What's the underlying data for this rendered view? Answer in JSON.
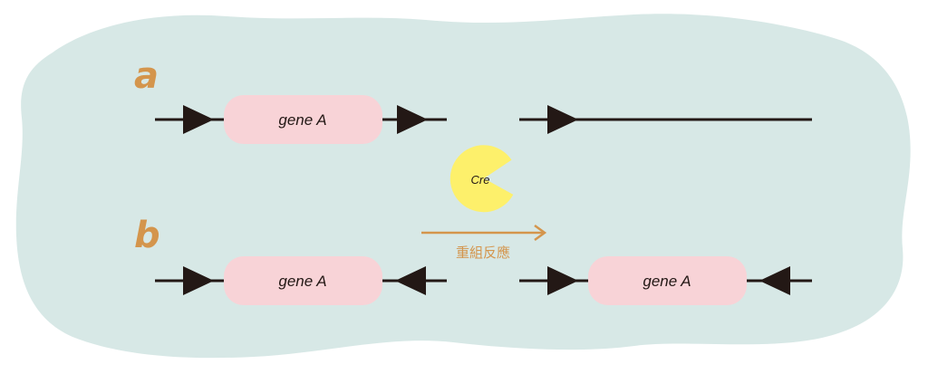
{
  "panel_a": {
    "label": "a",
    "before": {
      "gene_label": "gene A",
      "loxp_orientation": [
        "right",
        "right"
      ]
    },
    "after": {
      "gene_label": "",
      "loxp_orientation": [
        "right"
      ]
    }
  },
  "panel_b": {
    "label": "b",
    "before": {
      "gene_label": "gene A",
      "loxp_orientation": [
        "right",
        "left"
      ]
    },
    "after": {
      "gene_label": "gene A",
      "loxp_orientation": [
        "right",
        "left"
      ]
    }
  },
  "enzyme": {
    "label": "Cre",
    "color": "#fdf06b"
  },
  "reaction": {
    "label": "重組反應",
    "color": "#d4954c"
  },
  "colors": {
    "background": "#d7e8e6",
    "gene_box": "#f8d3d7",
    "dna": "#231815",
    "panel_label": "#d4954c"
  }
}
